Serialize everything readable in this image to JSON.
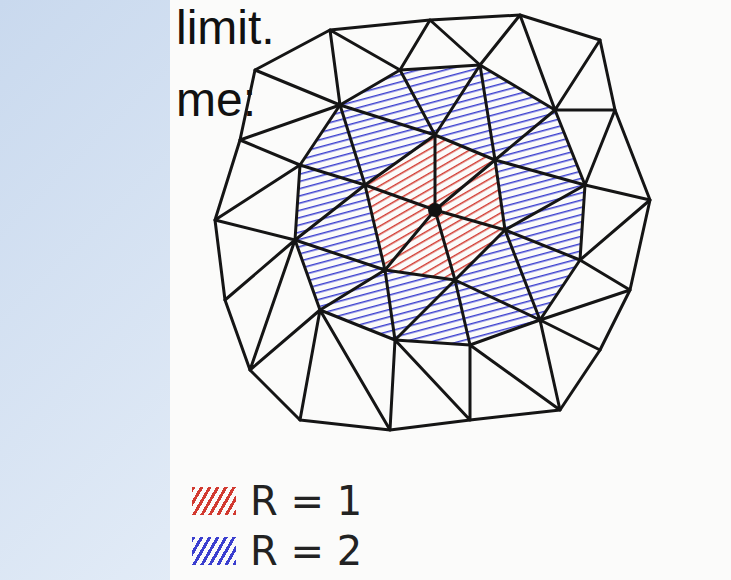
{
  "diagram": {
    "labels": [
      "limit.",
      "me:"
    ],
    "legend": [
      {
        "text": "R = 1",
        "color": "#d23a30"
      },
      {
        "text": "R = 2",
        "color": "#3b3fcf"
      }
    ]
  }
}
